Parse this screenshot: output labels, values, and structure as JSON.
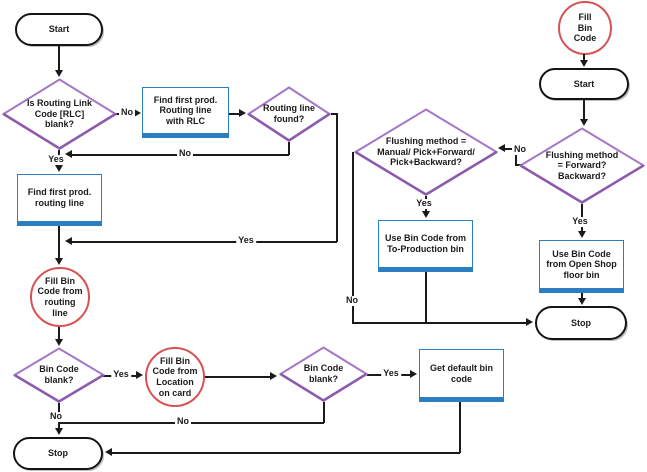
{
  "nodes": {
    "start_left": {
      "label": "Start"
    },
    "rlc_blank": {
      "label": "Is Routing Link\nCode [RLC]\nblank?"
    },
    "find_with_rlc": {
      "label": "Find first prod.\nRouting line\nwith RLC"
    },
    "routing_found": {
      "label": "Routing line\nfound?"
    },
    "find_first": {
      "label": "Find first prod.\nrouting line"
    },
    "fill_from_routing": {
      "label": "Fill Bin\nCode from\nrouting\nline"
    },
    "bin_blank_1": {
      "label": "Bin Code\nblank?"
    },
    "fill_from_location": {
      "label": "Fill Bin\nCode from\nLocation\non card"
    },
    "bin_blank_2": {
      "label": "Bin Code\nblank?"
    },
    "get_default": {
      "label": "Get default bin\ncode"
    },
    "stop_left": {
      "label": "Stop"
    },
    "fill_bin_code": {
      "label": "Fill\nBin\nCode"
    },
    "start_right": {
      "label": "Start"
    },
    "flushing_fb": {
      "label": "Flushing method\n= Forward?\nBackward?"
    },
    "flushing_manual": {
      "label": "Flushing method =\nManual/ Pick+Forward/\nPick+Backward?"
    },
    "use_to_production": {
      "label": "Use Bin Code from\nTo-Production bin"
    },
    "use_open_shop": {
      "label": "Use Bin Code\nfrom Open Shop\nfloor bin"
    },
    "stop_right": {
      "label": "Stop"
    }
  },
  "edge_labels": {
    "rlc_no": "No",
    "rlc_yes": "Yes",
    "found_no": "No",
    "found_yes": "Yes",
    "bin1_yes": "Yes",
    "bin1_no": "No",
    "bin2_yes": "Yes",
    "bin2_no": "No",
    "fb_no": "No",
    "fb_yes": "Yes",
    "manual_yes": "Yes",
    "manual_no": "No"
  },
  "colors": {
    "diamond_border": "#a476c4",
    "diamond_shadow": "#8d5bae",
    "process_border": "#2b7ec1",
    "circle_border": "#d95252",
    "terminator_border": "#141414",
    "line": "#1a1a1a",
    "text": "#1b1b1b"
  }
}
